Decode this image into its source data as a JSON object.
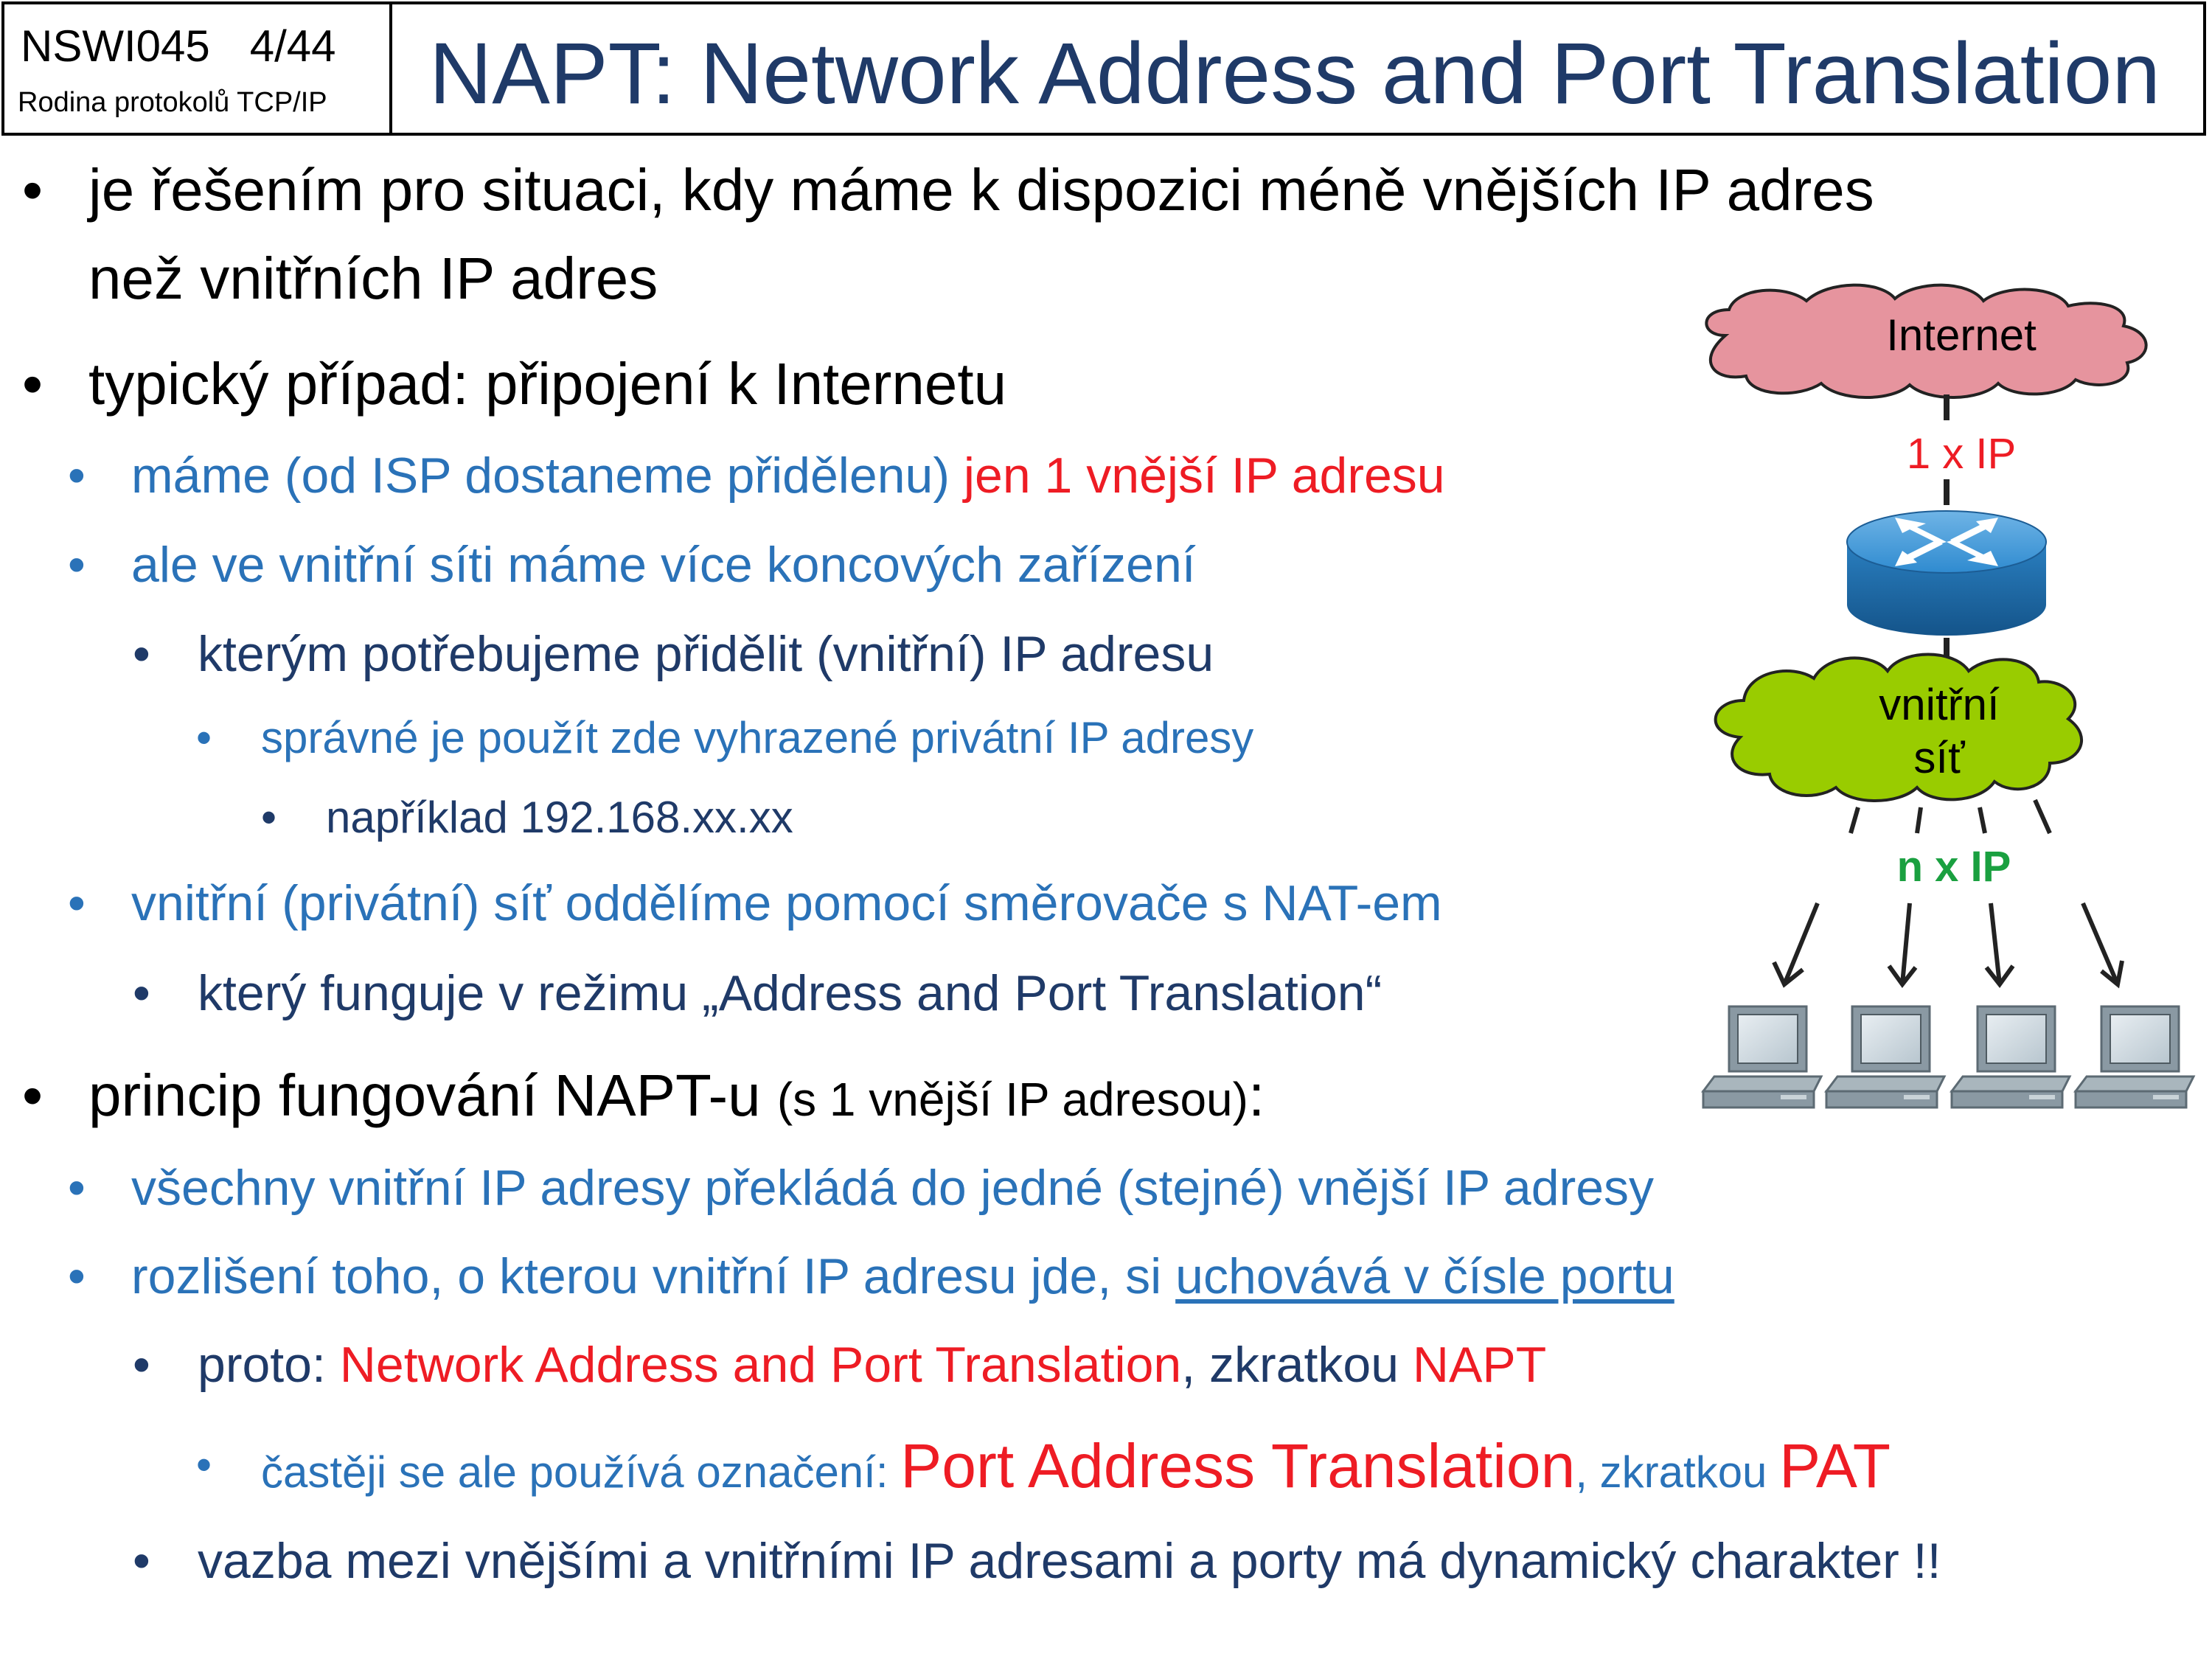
{
  "header": {
    "course": "NSWI045",
    "slide_no": "4/44",
    "subtitle": "Rodina protokolů TCP/IP",
    "title": "NAPT: Network Address and Port Translation"
  },
  "content": {
    "b1_a": "je řešením pro situaci, kdy máme k dispozici méně vnějších IP adres",
    "b1_b": "než vnitřních IP adres",
    "b2": "typický případ: připojení k Internetu",
    "b2_1_a": "máme (od ISP dostaneme přidělenu) ",
    "b2_1_b": "jen 1 vnější IP adresu",
    "b2_2": "ale ve vnitřní síti máme více koncových zařízení",
    "b2_2_1": "kterým potřebujeme přidělit (vnitřní) IP adresu",
    "b2_2_1_1": "správné je použít zde vyhrazené privátní IP adresy",
    "b2_2_1_1_1": "například 192.168.xx.xx",
    "b2_3": "vnitřní (privátní) síť oddělíme pomocí směrovače s NAT-em",
    "b2_3_1": "který funguje v režimu  „Address and Port Translation“",
    "b3_a": "princip fungování NAPT-u ",
    "b3_b": "(s 1 vnější IP adresou)",
    "b3_c": ":",
    "b3_1": "všechny vnitřní IP adresy překládá do jedné (stejné) vnější IP adresy",
    "b3_2_a": "rozlišení toho, o kterou vnitřní IP adresu jde, si ",
    "b3_2_b": "uchovává v čísle portu",
    "b3_2_1_a": "proto:  ",
    "b3_2_1_b": "Network Address and Port Translation",
    "b3_2_1_c": ", zkratkou ",
    "b3_2_1_d": "NAPT",
    "b3_2_1_1_a": "častěji se ale používá označení: ",
    "b3_2_1_1_b": "Port Address Translation",
    "b3_2_1_1_c": ", zkratkou ",
    "b3_2_1_1_d": "PAT",
    "b3_2_2": "vazba mezi vnějšími a vnitřními IP adresami a porty má dynamický charakter !!"
  },
  "diagram": {
    "internet_label": "Internet",
    "outer_ip_label": "1 x IP",
    "inner_net_line1": "vnitřní",
    "inner_net_line2": "síť",
    "inner_ip_label": "n x IP",
    "internet_color": "#e6949e",
    "inner_net_color": "#99cc00",
    "router_color": "#2e86c1",
    "outer_ip_color": "#ee1c24",
    "inner_ip_color": "#1aa040"
  }
}
